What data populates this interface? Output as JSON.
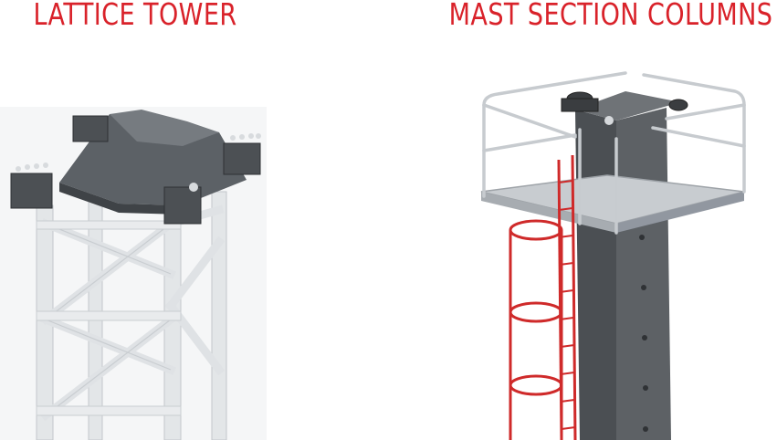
{
  "colors": {
    "title_red": "#d9222a",
    "steel_dark": "#54585c",
    "steel_light": "#e8eaec",
    "ladder_red": "#cf2a2a"
  },
  "headings": {
    "left": "LATTICE TOWER",
    "right": "MAST SECTION COLUMNS"
  },
  "images": {
    "left": "lattice-tower-render",
    "right": "mast-section-column-render"
  }
}
